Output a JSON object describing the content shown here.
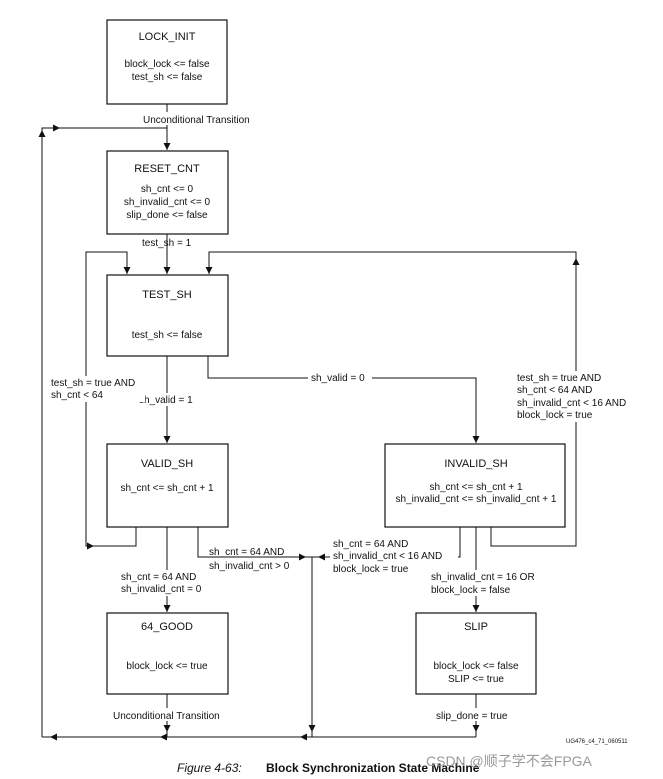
{
  "states": {
    "lock_init": {
      "title": "LOCK_INIT",
      "lines": [
        "block_lock <= false",
        "test_sh <= false"
      ]
    },
    "reset_cnt": {
      "title": "RESET_CNT",
      "lines": [
        "sh_cnt <= 0",
        "sh_invalid_cnt <= 0",
        "slip_done <= false"
      ]
    },
    "test_sh": {
      "title": "TEST_SH",
      "lines": [
        "test_sh <= false"
      ]
    },
    "valid_sh": {
      "title": "VALID_SH",
      "lines": [
        "sh_cnt <= sh_cnt + 1"
      ]
    },
    "invalid_sh": {
      "title": "INVALID_SH",
      "lines": [
        "sh_cnt <= sh_cnt + 1",
        "sh_invalid_cnt <= sh_invalid_cnt + 1"
      ]
    },
    "good_64": {
      "title": "64_GOOD",
      "lines": [
        "block_lock <= true"
      ]
    },
    "slip": {
      "title": "SLIP",
      "lines": [
        "block_lock <= false",
        "SLIP <= true"
      ]
    }
  },
  "transitions": {
    "uncond_top": "Unconditional Transition",
    "test_sh_eq_1": "test_sh = 1",
    "sh_valid_0": "sh_valid = 0",
    "sh_valid_1": "sh_valid = 1",
    "left_loop": [
      "test_sh = true AND",
      "sh_cnt < 64"
    ],
    "right_loop": [
      "test_sh = true AND",
      "sh_cnt < 64 AND",
      "sh_invalid_cnt < 16 AND",
      "block_lock = true"
    ],
    "valid_to_reset": [
      "sh_cnt = 64 AND",
      "sh_invalid_cnt > 0"
    ],
    "invalid_to_reset": [
      "sh_cnt = 64 AND",
      "sh_invalid_cnt < 16 AND",
      "block_lock = true"
    ],
    "valid_to_good": [
      "sh_cnt = 64 AND",
      "sh_invalid_cnt = 0"
    ],
    "invalid_to_slip": [
      "sh_invalid_cnt = 16 OR",
      "block_lock = false"
    ],
    "uncond_bottom": "Unconditional Transition",
    "slip_done": "slip_done = true"
  },
  "doc_id": "UG476_c4_71_060511",
  "caption": {
    "number": "Figure 4-63:",
    "title": "Block Synchronization State Machine"
  },
  "watermark": "CSDN @顺子学不会FPGA"
}
